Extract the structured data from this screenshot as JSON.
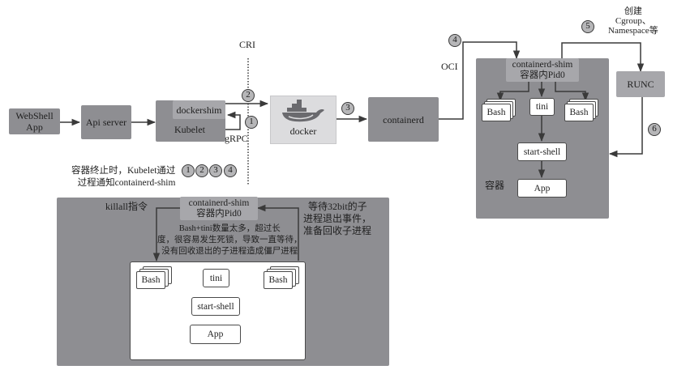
{
  "labels": {
    "cri": "CRI",
    "oci": "OCI",
    "grpc": "gRPC",
    "create_note": [
      "创建",
      "Cgroup、",
      "Namespace等"
    ]
  },
  "top": {
    "webshell": [
      "WebShell",
      "App"
    ],
    "api_server": "Api server",
    "dockershim": "dockershim",
    "kubelet": "Kubelet",
    "docker": "docker",
    "containerd": "containerd",
    "runc": "RUNC"
  },
  "container": {
    "shim": [
      "containerd-shim",
      "容器内Pid0"
    ],
    "bash_left": "Bash",
    "tini": "tini",
    "bash_right": "Bash",
    "start_shell": "start-shell",
    "app": "App",
    "label": "容器"
  },
  "steps": [
    "1",
    "2",
    "3",
    "4",
    "5",
    "6"
  ],
  "kubelet_note": {
    "line1": "容器终止时，Kubelet通过",
    "line2": "过程通知containerd-shim",
    "steps": [
      "1",
      "2",
      "3",
      "4"
    ]
  },
  "bottom": {
    "title": "killall指令",
    "shim": [
      "containerd-shim",
      "容器内Pid0"
    ],
    "deadlock_note": [
      "Bash+tini数量太多，超过长",
      "度，很容易发生死锁，导致一直等待，",
      "没有回收退出的子进程造成僵尸进程"
    ],
    "wait_note": [
      "等待32bit的子",
      "进程退出事件，",
      "准备回收子进程"
    ],
    "bash_left": "Bash",
    "tini": "tini",
    "bash_right": "Bash",
    "start_shell": "start-shell",
    "app": "App"
  },
  "colors": {
    "dark_box": "#8e8e92",
    "mid_box": "#a7a7ab",
    "light_box": "#dcdcde",
    "line": "#3a3a3a"
  }
}
